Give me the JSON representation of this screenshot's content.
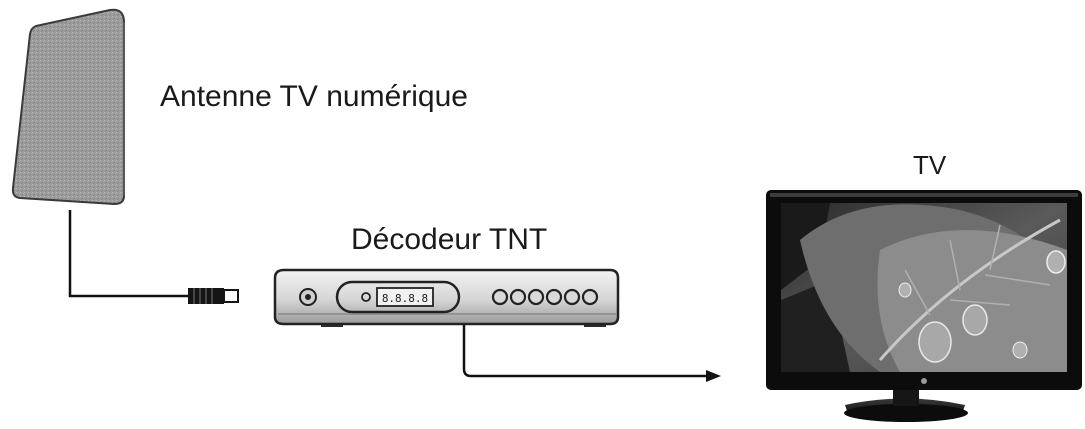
{
  "labels": {
    "antenna": "Antenne TV numérique",
    "decoder": "Décodeur TNT",
    "tv": "TV"
  },
  "decoder_display": "8.8.8.8",
  "colors": {
    "line": "#111111",
    "antenna_fill": "#9a9a9a",
    "device_body": "#d8d8d8",
    "tv_frame": "#0c0c0c"
  },
  "icons": {
    "antenna": "indoor-antenna-icon",
    "decoder": "set-top-box-icon",
    "tv": "flat-screen-tv-icon",
    "plug": "coax-plug-icon",
    "arrow": "arrow-right-icon"
  }
}
